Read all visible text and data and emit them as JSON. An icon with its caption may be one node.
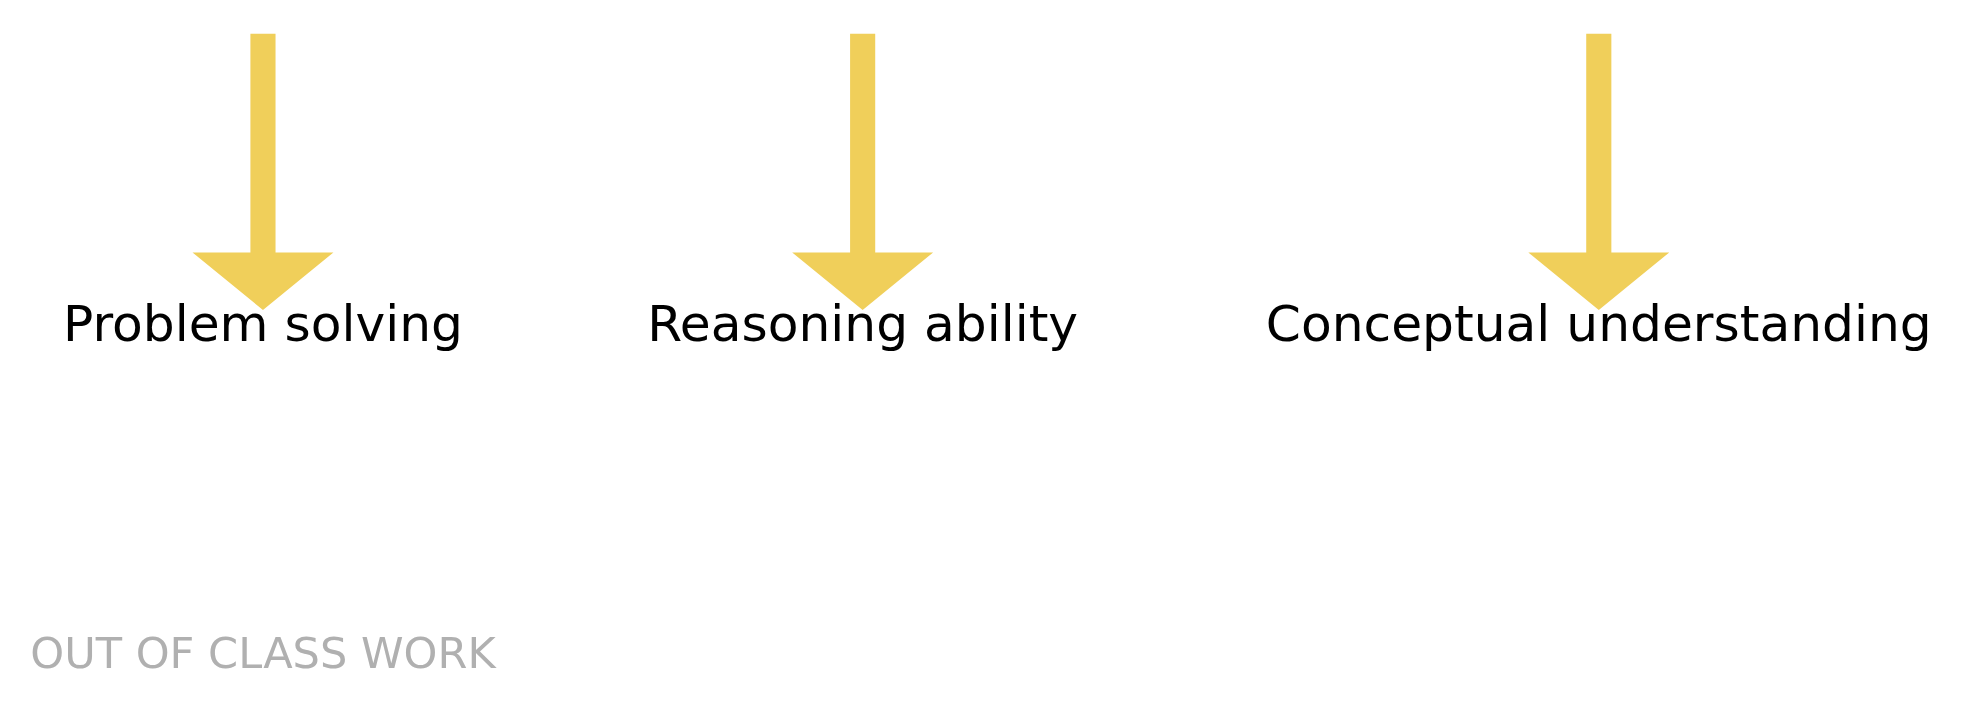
{
  "diagram": {
    "nodes": [
      {
        "text": [
          "Problem solving"
        ]
      },
      {
        "text": [
          "Reasoning ability"
        ]
      },
      {
        "text": [
          "Conceptual understanding"
        ]
      }
    ],
    "edges": [
      {
        "from": null,
        "to": 0,
        "arrow": "to"
      },
      {
        "from": null,
        "to": 1,
        "arrow": "to"
      },
      {
        "from": null,
        "to": 2,
        "arrow": "to"
      }
    ],
    "labels": [
      "OUT OF CLASS WORK"
    ]
  }
}
